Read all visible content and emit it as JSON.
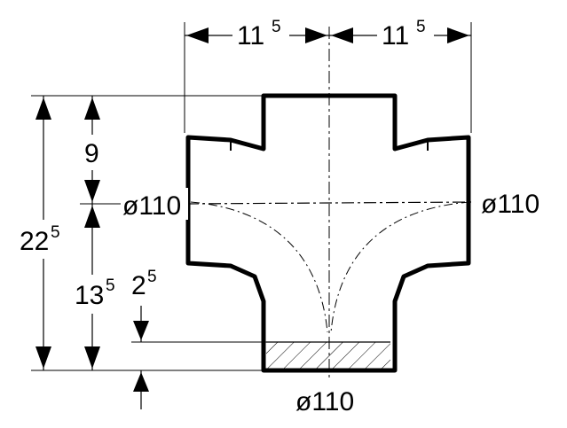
{
  "colors": {
    "line": "#000000",
    "background": "#ffffff"
  },
  "dimensions": {
    "top_left_width": {
      "main": "11",
      "sup": "5"
    },
    "top_right_width": {
      "main": "11",
      "sup": "5"
    },
    "overall_height": {
      "main": "22",
      "sup": "5"
    },
    "upper_height": {
      "main": "9"
    },
    "lower_height": {
      "main": "13",
      "sup": "5"
    },
    "bottom_offset": {
      "main": "2",
      "sup": "5"
    }
  },
  "diameters": {
    "left": "ø110",
    "right": "ø110",
    "bottom": "ø110"
  }
}
